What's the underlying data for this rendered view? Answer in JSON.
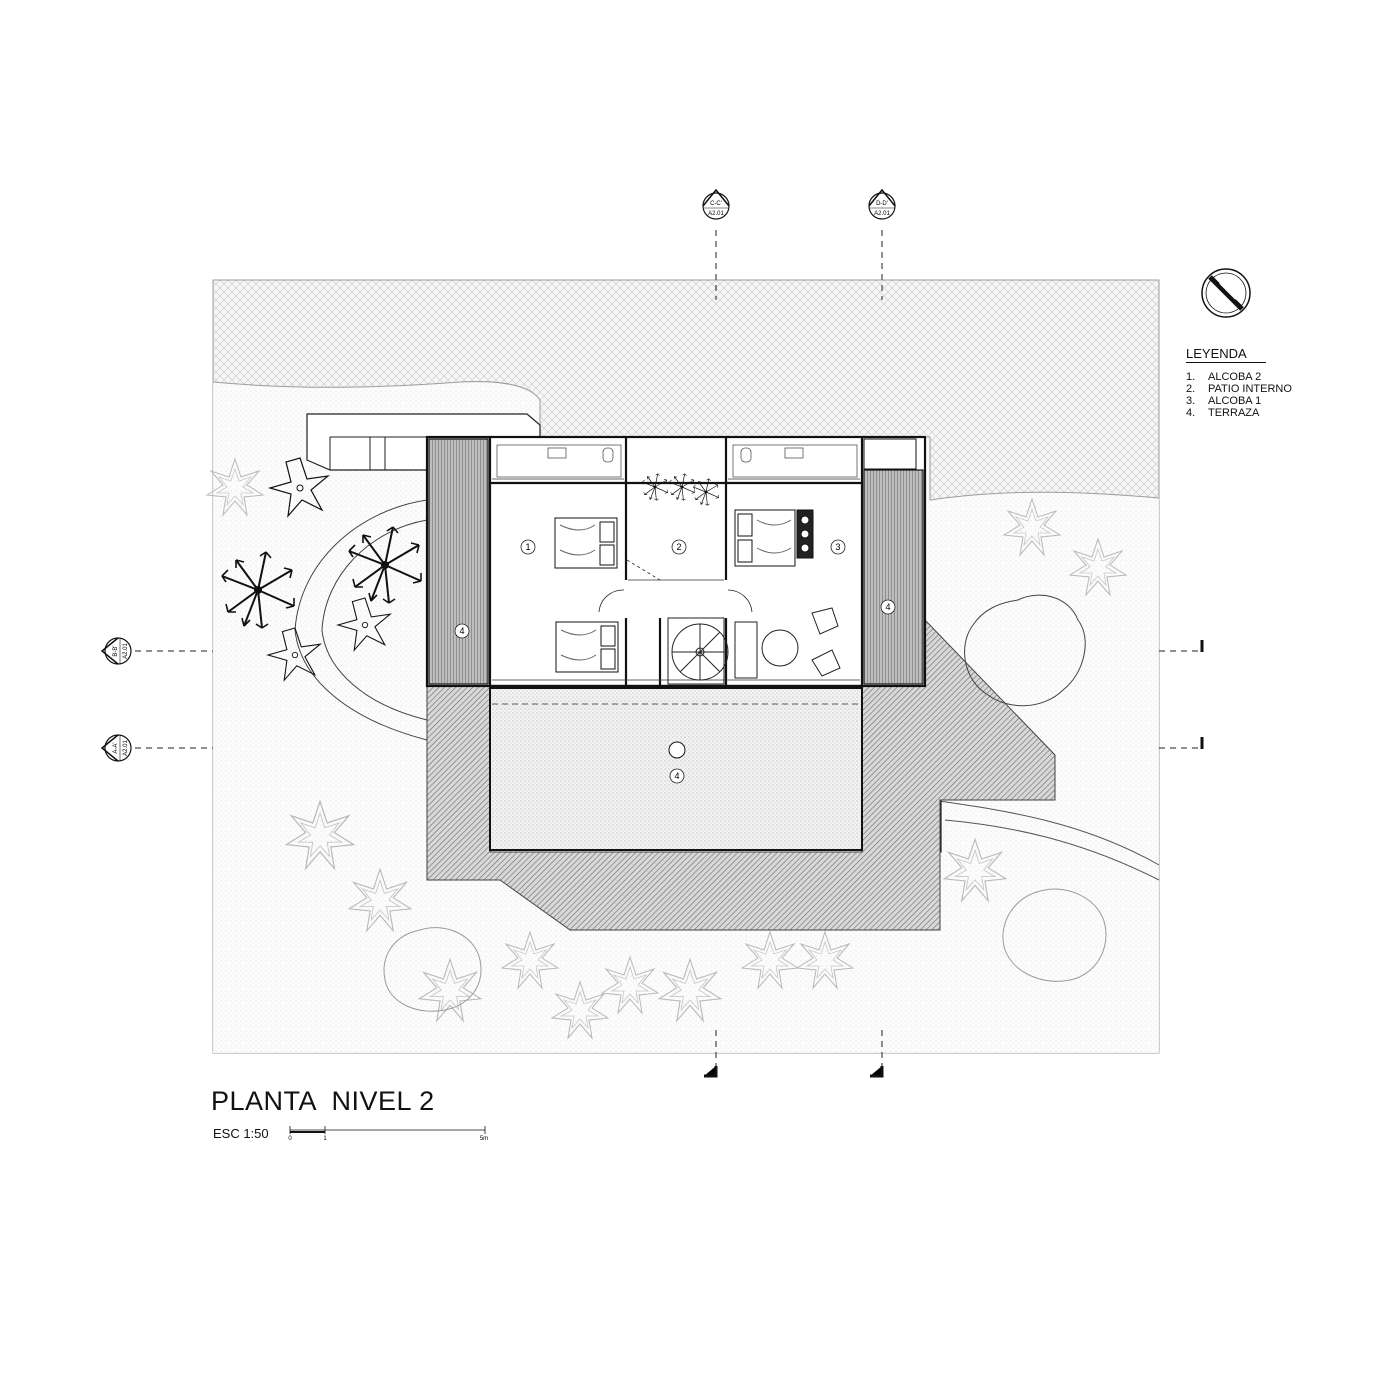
{
  "drawing": {
    "title": "PLANTA  NIVEL 2",
    "scale_label": "ESC 1:50",
    "scale_bar": {
      "ticks": [
        "0",
        "1",
        "5m"
      ]
    }
  },
  "legend": {
    "title": "LEYENDA",
    "items": [
      {
        "num": "1.",
        "label": "ALCOBA 2"
      },
      {
        "num": "2.",
        "label": "PATIO INTERNO"
      },
      {
        "num": "3.",
        "label": "ALCOBA 1"
      },
      {
        "num": "4.",
        "label": "TERRAZA"
      }
    ]
  },
  "section_markers": {
    "top_left": {
      "id": "C-C'",
      "sheet": "A2.01"
    },
    "top_right": {
      "id": "D-D'",
      "sheet": "A2.01"
    },
    "left_upper": {
      "id": "B-B'",
      "sheet": "A2.01"
    },
    "left_lower": {
      "id": "A-A'",
      "sheet": "A2.01"
    }
  },
  "room_tags": {
    "alcoba_2": "1",
    "patio_interno": "2",
    "alcoba_1": "3",
    "terraza_left": "4",
    "terraza_right": "4",
    "terraza_front": "4"
  },
  "icons": [
    "north-arrow-icon",
    "section-marker-icon",
    "tree-icon",
    "palm-icon",
    "bed-icon",
    "spiral-stair-icon",
    "chair-icon"
  ]
}
